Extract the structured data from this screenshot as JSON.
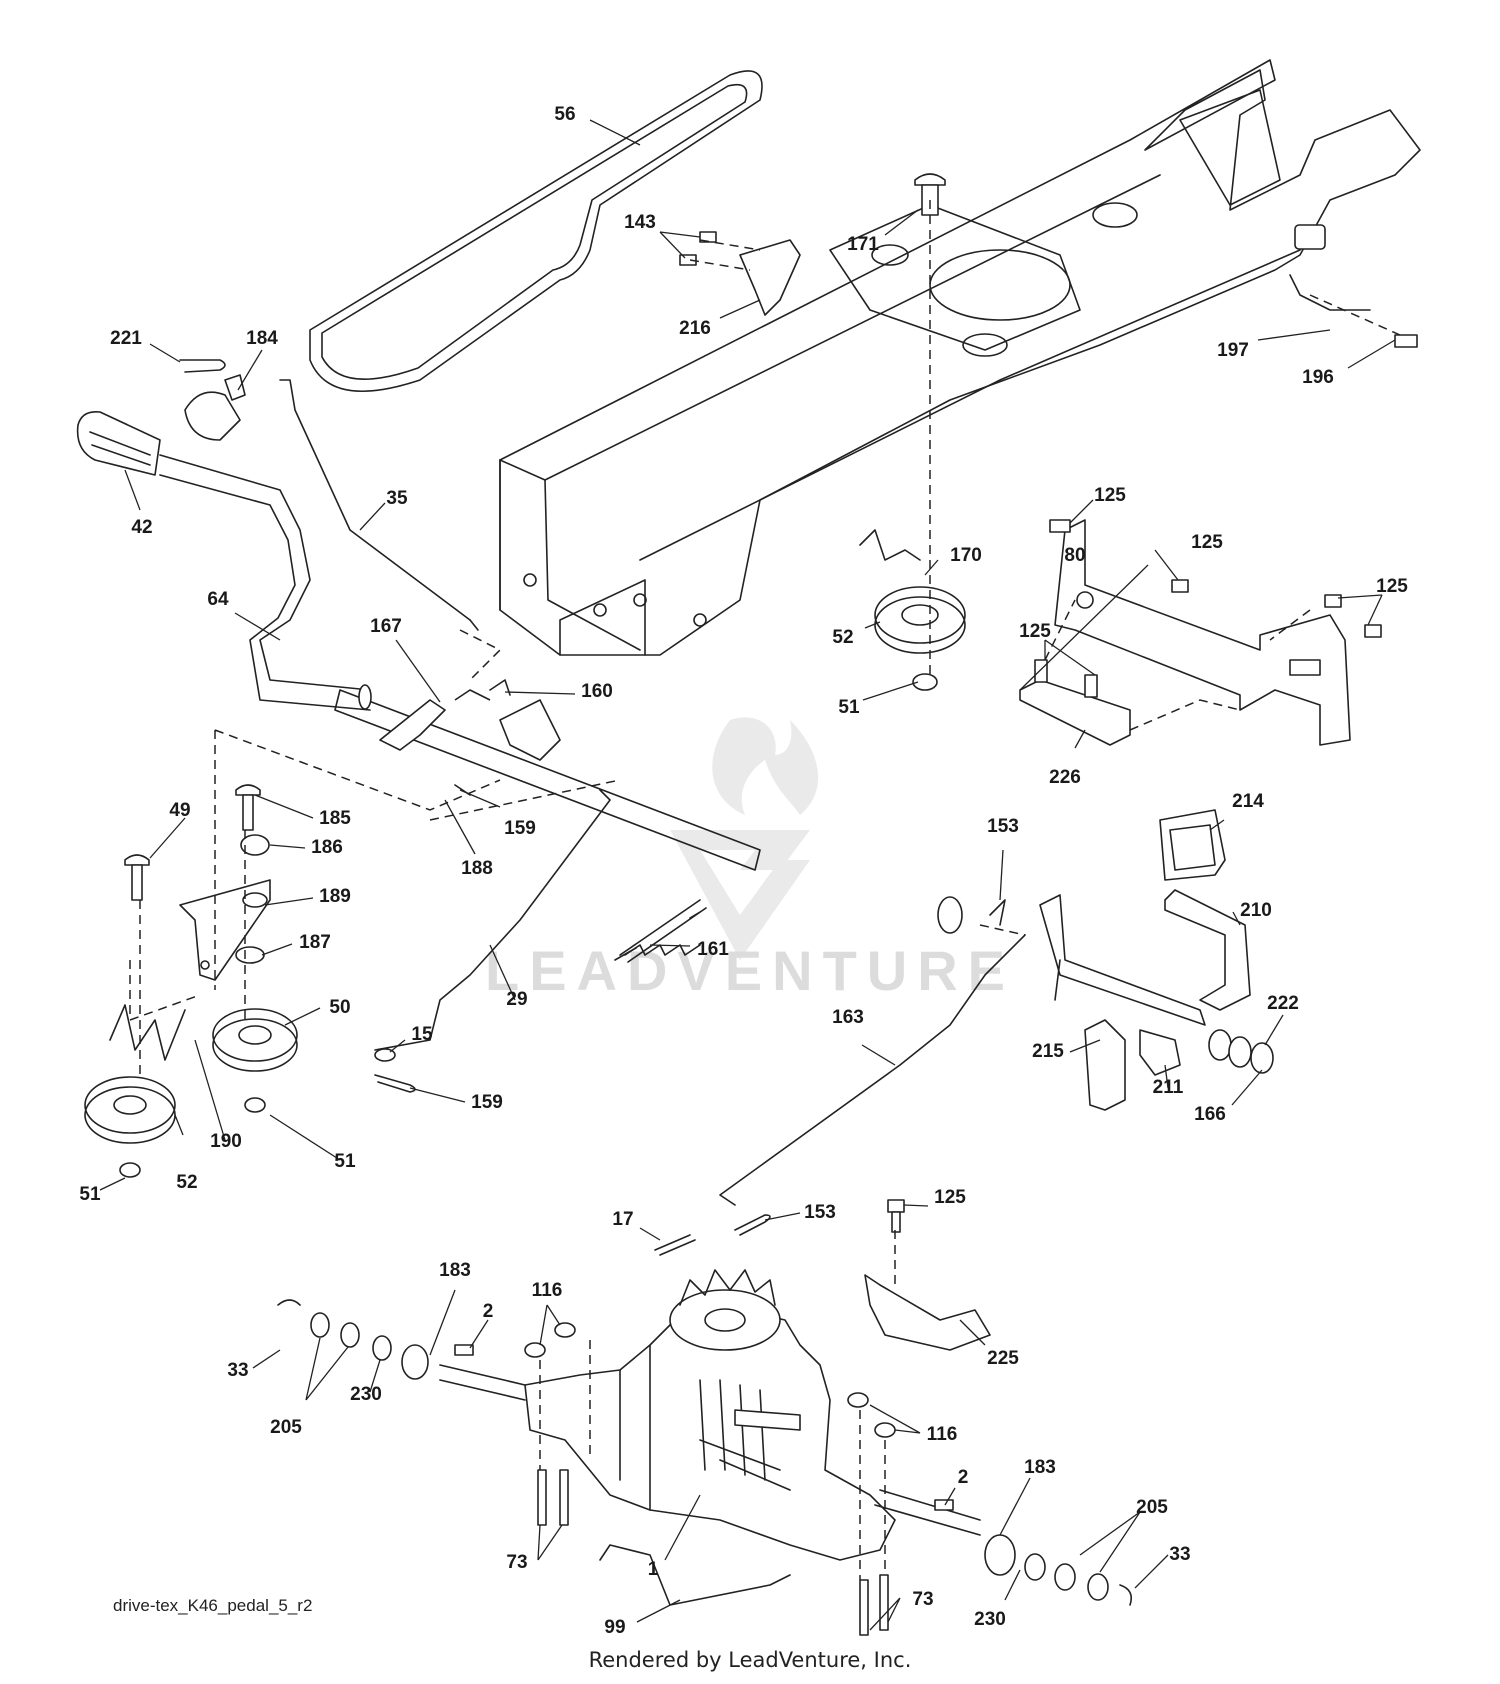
{
  "diagram": {
    "id_label": "drive-tex_K46_pedal_5_r2",
    "footer": "Rendered by LeadVenture, Inc.",
    "watermark": "LEADVENTURE",
    "callouts": [
      {
        "n": "56"
      },
      {
        "n": "143"
      },
      {
        "n": "171"
      },
      {
        "n": "216"
      },
      {
        "n": "221"
      },
      {
        "n": "184"
      },
      {
        "n": "197"
      },
      {
        "n": "196"
      },
      {
        "n": "42"
      },
      {
        "n": "35"
      },
      {
        "n": "125"
      },
      {
        "n": "80"
      },
      {
        "n": "125"
      },
      {
        "n": "170"
      },
      {
        "n": "125"
      },
      {
        "n": "64"
      },
      {
        "n": "167"
      },
      {
        "n": "52"
      },
      {
        "n": "125"
      },
      {
        "n": "160"
      },
      {
        "n": "51"
      },
      {
        "n": "226"
      },
      {
        "n": "49"
      },
      {
        "n": "185"
      },
      {
        "n": "186"
      },
      {
        "n": "159"
      },
      {
        "n": "188"
      },
      {
        "n": "189"
      },
      {
        "n": "214"
      },
      {
        "n": "153"
      },
      {
        "n": "187"
      },
      {
        "n": "161"
      },
      {
        "n": "210"
      },
      {
        "n": "50"
      },
      {
        "n": "29"
      },
      {
        "n": "222"
      },
      {
        "n": "163"
      },
      {
        "n": "15"
      },
      {
        "n": "215"
      },
      {
        "n": "211"
      },
      {
        "n": "166"
      },
      {
        "n": "159"
      },
      {
        "n": "190"
      },
      {
        "n": "51"
      },
      {
        "n": "52"
      },
      {
        "n": "51"
      },
      {
        "n": "17"
      },
      {
        "n": "153"
      },
      {
        "n": "125"
      },
      {
        "n": "183"
      },
      {
        "n": "116"
      },
      {
        "n": "2"
      },
      {
        "n": "225"
      },
      {
        "n": "33"
      },
      {
        "n": "230"
      },
      {
        "n": "205"
      },
      {
        "n": "116"
      },
      {
        "n": "2"
      },
      {
        "n": "183"
      },
      {
        "n": "205"
      },
      {
        "n": "1"
      },
      {
        "n": "73"
      },
      {
        "n": "33"
      },
      {
        "n": "73"
      },
      {
        "n": "230"
      },
      {
        "n": "99"
      }
    ]
  }
}
